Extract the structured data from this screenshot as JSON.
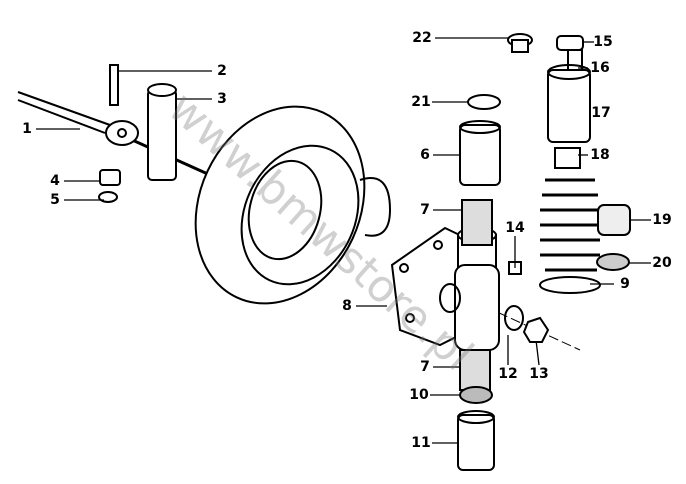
{
  "diagram": {
    "title": "Front suspension parts diagram",
    "watermark": "www.bmwstore.pl",
    "callouts": [
      "1",
      "2",
      "3",
      "4",
      "5",
      "6",
      "7",
      "8",
      "9",
      "10",
      "11",
      "12",
      "13",
      "14",
      "15",
      "16",
      "17",
      "18",
      "19",
      "20",
      "21",
      "22",
      "7"
    ]
  }
}
